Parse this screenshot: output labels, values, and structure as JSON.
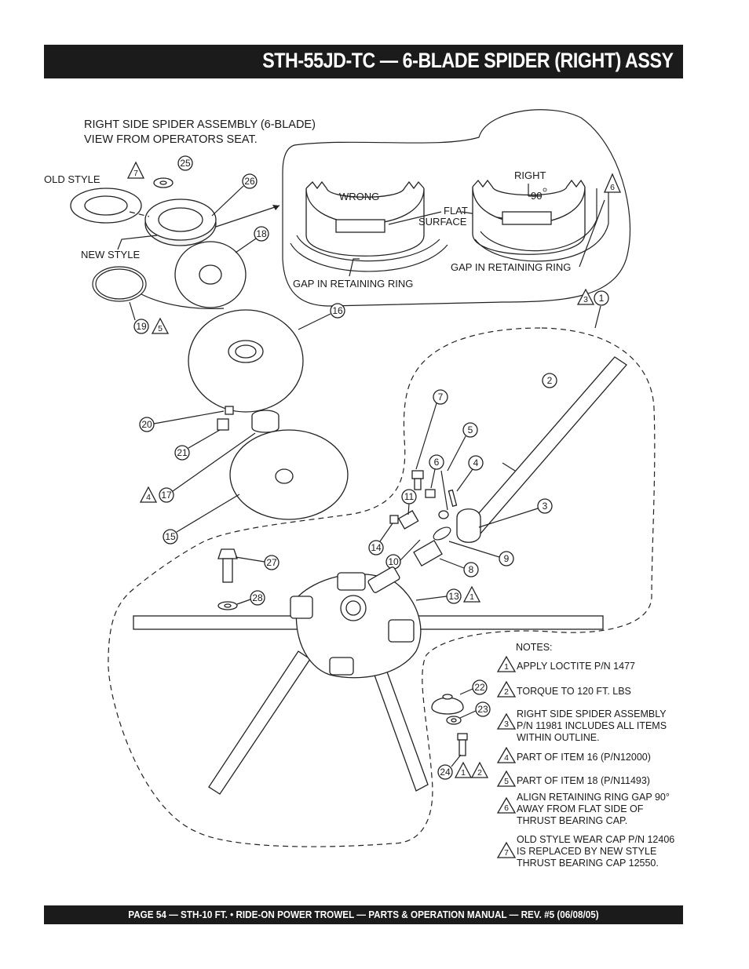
{
  "header": {
    "title": "STH-55JD-TC — 6-BLADE SPIDER (RIGHT) ASSY"
  },
  "footer": {
    "text": "PAGE 54 — STH-10 FT. • RIDE-ON POWER TROWEL — PARTS & OPERATION MANUAL — REV. #5 (06/08/05)"
  },
  "diagram": {
    "caption_line1": "RIGHT SIDE SPIDER ASSEMBLY (6-BLADE)",
    "caption_line2": "VIEW FROM OPERATORS SEAT.",
    "old_style": "OLD STYLE",
    "new_style": "NEW STYLE",
    "wrong": "WRONG",
    "right": "RIGHT",
    "angle": "90",
    "flat_line1": "FLAT",
    "flat_line2": "SURFACE",
    "gap_left": "GAP IN RETAINING RING",
    "gap_right": "GAP IN RETAINING RING",
    "callouts": {
      "c1": "1",
      "c2": "2",
      "c3": "3",
      "c4": "4",
      "c5": "5",
      "c6": "6",
      "c7": "7",
      "c8": "8",
      "c9": "9",
      "c10": "10",
      "c11": "11",
      "c13": "13",
      "c14": "14",
      "c15": "15",
      "c16": "16",
      "c17": "17",
      "c18": "18",
      "c19": "19",
      "c20": "20",
      "c21": "21",
      "c22": "22",
      "c23": "23",
      "c24": "24",
      "c25": "25",
      "c26": "26",
      "c27": "27",
      "c28": "28"
    },
    "triangles": {
      "t7": "7",
      "t5": "5",
      "t3": "3",
      "t4": "4",
      "t6": "6",
      "t1a": "1",
      "t1b": "1",
      "t2": "2"
    }
  },
  "notes": {
    "heading": "NOTES:",
    "items": [
      {
        "num": "1",
        "lines": [
          "APPLY LOCTITE  P/N 1477"
        ]
      },
      {
        "num": "2",
        "lines": [
          "TORQUE TO 120 FT. LBS"
        ]
      },
      {
        "num": "3",
        "lines": [
          "RIGHT SIDE SPIDER ASSEMBLY",
          "P/N 11981 INCLUDES ALL ITEMS",
          "WITHIN OUTLINE."
        ]
      },
      {
        "num": "4",
        "lines": [
          "PART OF ITEM 16 (P/N12000)"
        ]
      },
      {
        "num": "5",
        "lines": [
          "PART OF ITEM 18 (P/N11493)"
        ]
      },
      {
        "num": "6",
        "lines": [
          "ALIGN RETAINING RING GAP 90°",
          "AWAY FROM FLAT SIDE OF",
          "THRUST BEARING CAP."
        ]
      },
      {
        "num": "7",
        "lines": [
          "OLD STYLE WEAR CAP P/N 12406",
          "IS REPLACED BY NEW STYLE",
          "THRUST BEARING CAP 12550."
        ]
      }
    ]
  }
}
